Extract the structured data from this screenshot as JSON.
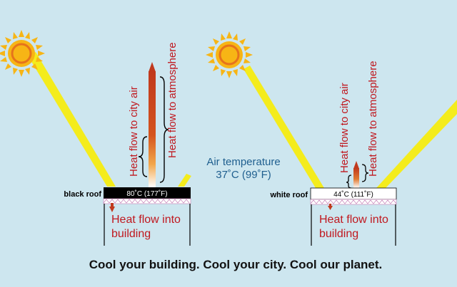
{
  "diagram": {
    "left": {
      "roof_label": "black roof",
      "roof_temp": "80˚C (177˚F)",
      "city_air_label": "Heat flow to city air",
      "atmosphere_label": "Heat flow to atmosphere",
      "into_building_line1": "Heat flow into",
      "into_building_line2": "building"
    },
    "right": {
      "roof_label": "white roof",
      "roof_temp": "44˚C (111˚F)",
      "city_air_label": "Heat flow to city air",
      "atmosphere_label": "Heat flow to atmosphere",
      "into_building_line1": "Heat flow into",
      "into_building_line2": "building"
    },
    "air_temp_line1": "Air temperature",
    "air_temp_line2": "37˚C (99˚F)",
    "tagline": "Cool your building. Cool your city. Cool our planet.",
    "colors": {
      "background": "#cde6ef",
      "sun_ray": "#f4ec1c",
      "sun_fill": "#f7b515",
      "sun_ring": "#e6731c",
      "heat_arrow": "#c0391d",
      "text_red": "#c0181f",
      "text_blue": "#1f5f8f",
      "black_roof": "#000000",
      "white_roof": "#ffffff",
      "membrane": "#c37ab3"
    }
  }
}
